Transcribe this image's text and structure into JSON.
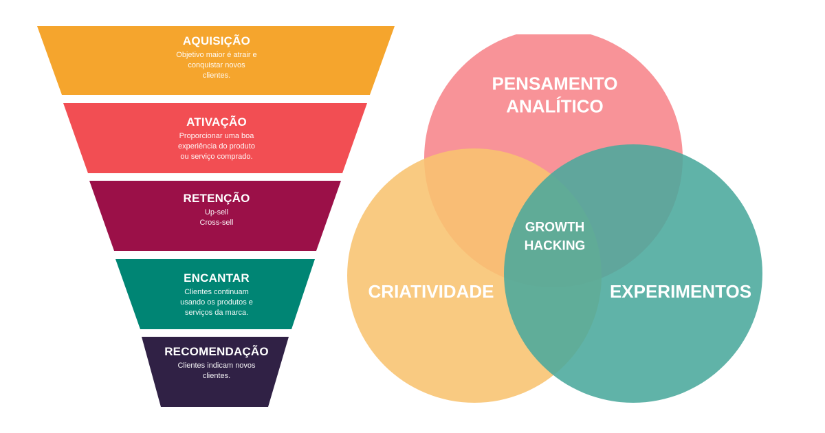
{
  "funnel": {
    "stages": [
      {
        "title": "AQUISIÇÃO",
        "description": "Objetivo maior é atrair e\nconquistar novos\nclientes.",
        "color": "#F5A52D"
      },
      {
        "title": "ATIVAÇÃO",
        "description": "Proporcionar uma boa\nexperiência do produto\nou serviço comprado.",
        "color": "#F24E53"
      },
      {
        "title": "RETENÇÃO",
        "description": "Up-sell\nCross-sell",
        "color": "#9B1048"
      },
      {
        "title": "ENCANTAR",
        "description": "Clientes continuam\nusando os produtos e\nserviços da marca.",
        "color": "#008574"
      },
      {
        "title": "RECOMENDAÇÃO",
        "description": "Clientes indicam novos\nclientes.",
        "color": "#302145"
      }
    ]
  },
  "venn": {
    "circles": [
      {
        "label": "PENSAMENTO\nANALÍTICO",
        "color": "#F7848A"
      },
      {
        "label": "CRIATIVIDADE",
        "color": "#F8C370"
      },
      {
        "label": "EXPERIMENTOS",
        "color": "#4AA89C"
      }
    ],
    "center_label": "GROWTH\nHACKING"
  }
}
